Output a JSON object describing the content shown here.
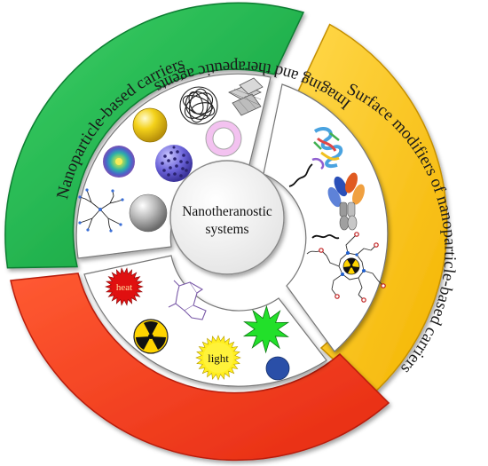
{
  "diagram": {
    "center": {
      "line1": "Nanotheranostic",
      "line2": "systems"
    },
    "segments": [
      {
        "id": "carriers",
        "label": "Nanoparticle-based carriers",
        "color": "#19b24b"
      },
      {
        "id": "modifiers",
        "label": "Surface modifiers of nanoparticle-based carriers",
        "color": "#ffc61a"
      },
      {
        "id": "agents",
        "label": "Imaging and therapeutic agents",
        "color": "#ff3b1f"
      }
    ],
    "agent_labels": {
      "heat": "heat",
      "light": "light"
    },
    "icons": {
      "carriers": [
        "wire-ball-icon",
        "graphene-sheets-icon",
        "gold-sphere-icon",
        "ring-liposome-icon",
        "layered-nanoparticle-icon",
        "porous-sphere-icon",
        "dendrimer-icon",
        "silver-sphere-icon"
      ],
      "modifiers": [
        "peptide-helix-icon",
        "antibody-icon",
        "chelator-molecule-icon"
      ],
      "agents": [
        "heat-burst-icon",
        "ring-structure-icon",
        "radiation-icon",
        "green-star-icon",
        "light-burst-icon",
        "blue-dot-icon"
      ]
    }
  }
}
